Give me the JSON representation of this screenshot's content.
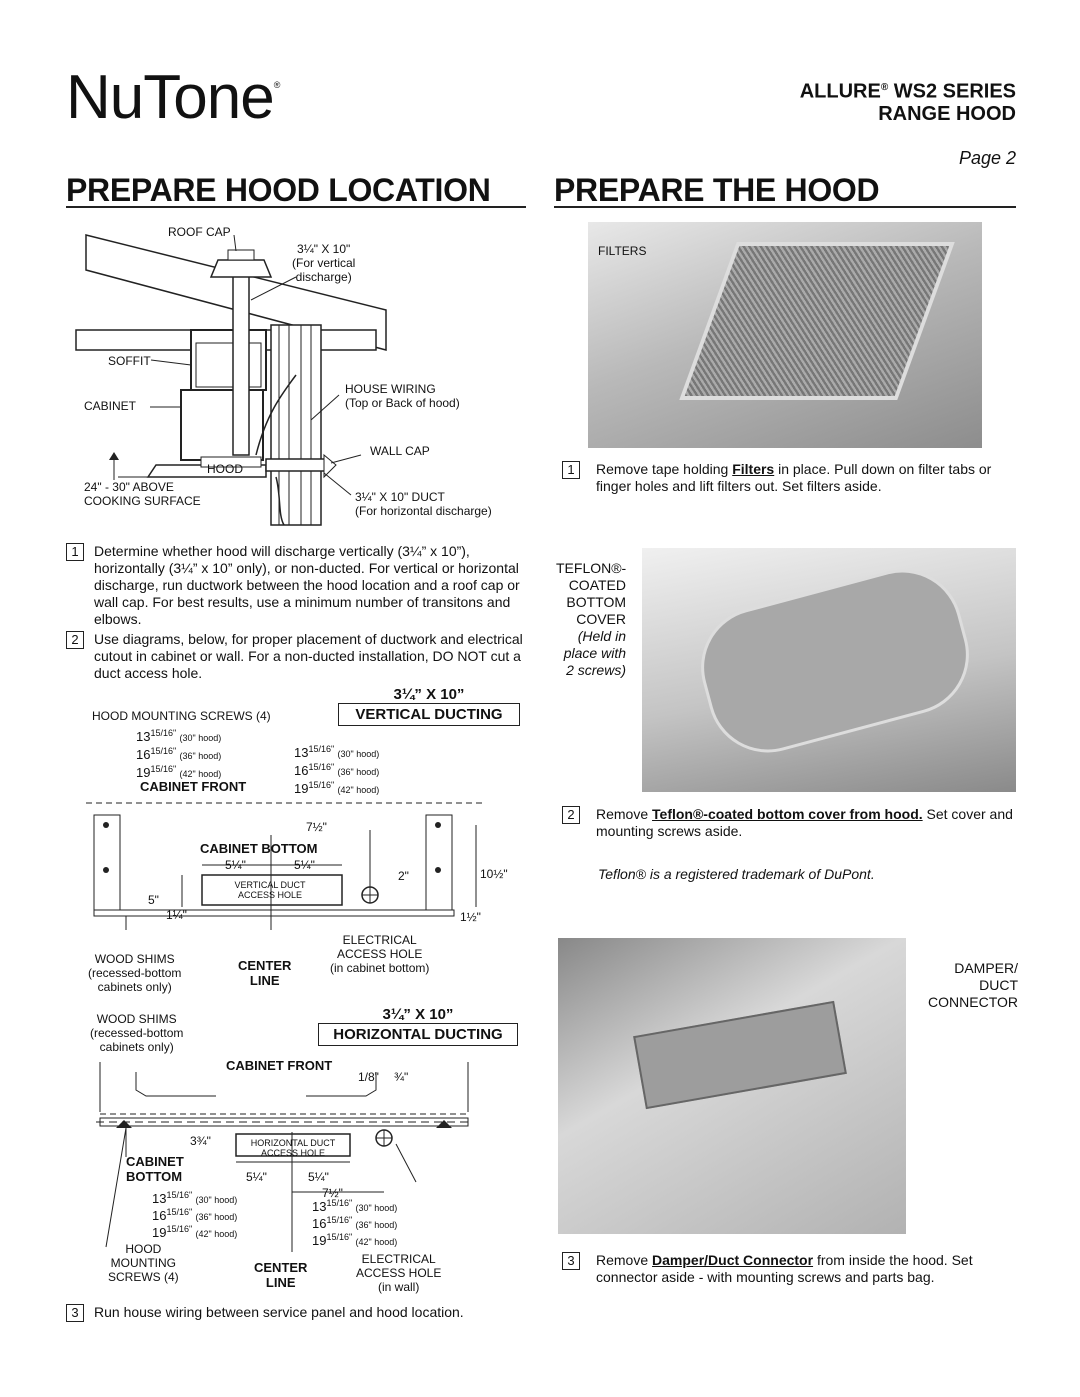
{
  "header": {
    "brand": "NuTone",
    "brand_mark": "®",
    "series_line1": "ALLURE",
    "series_reg": "®",
    "series_line1b": " WS2 SERIES",
    "series_line2": "RANGE HOOD",
    "page": "Page 2"
  },
  "left": {
    "title": "PREPARE HOOD LOCATION",
    "diagram_top": {
      "roof_cap": "ROOF CAP",
      "vertical_size": "3¼\" X 10\"",
      "vertical_note1": "(For vertical",
      "vertical_note2": "discharge)",
      "soffit": "SOFFIT",
      "cabinet": "CABINET",
      "house_wiring": "HOUSE WIRING",
      "house_wiring_note": "(Top or Back of hood)",
      "wall_cap": "WALL CAP",
      "hood": "HOOD",
      "above1": "24\" - 30\" ABOVE",
      "above2": "COOKING SURFACE",
      "duct": "3¼\" X 10\" DUCT",
      "duct_note": "(For horizontal discharge)"
    },
    "steps": [
      {
        "num": "1",
        "text": "Determine whether hood will discharge vertically (3¼” x 10”), horizontally (3¼” x 10” only), or non-ducted. For vertical or horizontal discharge, run ductwork between the hood location and a roof cap or wall cap. For best results, use a minimum number of transitons and elbows."
      },
      {
        "num": "2",
        "text": "Use diagrams, below, for proper placement of ductwork and electrical cutout in cabinet or wall. For a non-ducted installation, DO NOT cut a duct access hole."
      },
      {
        "num": "3",
        "text": "Run house wiring between service panel and hood location."
      }
    ],
    "vertical": {
      "size": "3¼” X 10”",
      "title": "VERTICAL DUCTING",
      "mounting_screws": "HOOD MOUNTING SCREWS (4)",
      "d1": "13",
      "d1f": "15/16\"",
      "d1n": "(30\" hood)",
      "d2": "16",
      "d2f": "15/16\"",
      "d2n": "(36\" hood)",
      "d3": "19",
      "d3f": "15/16\"",
      "d3n": "(42\" hood)",
      "cabinet_front": "CABINET FRONT",
      "e1n": "(30\" hood)",
      "e2n": "(36\" hood)",
      "e3n": "(42\" hood)",
      "seven_half": "7½\"",
      "cabinet_bottom": "CABINET  BOTTOM",
      "five_q1": "5¼\"",
      "five_q2": "5¼\"",
      "two": "2\"",
      "ten_half": "10½\"",
      "five": "5\"",
      "access1": "VERTICAL DUCT",
      "access2": "ACCESS HOLE",
      "one_q": "1¼\"",
      "one_half": "1½\"",
      "wood_shims": "WOOD SHIMS",
      "recessed": "(recessed-bottom",
      "cab_only": "cabinets only)",
      "center": "CENTER",
      "line": "LINE",
      "electrical": "ELECTRICAL",
      "access_hole": "ACCESS HOLE",
      "in_cab": "(in cabinet bottom)"
    },
    "horizontal": {
      "size": "3¼” X 10”",
      "title": "HORIZONTAL DUCTING",
      "wood_shims": "WOOD SHIMS",
      "recessed": "(recessed-bottom",
      "cab_only": "cabinets only)",
      "cabinet_front": "CABINET FRONT",
      "eighth": "1/8\"",
      "three_q": "¾\"",
      "three_three_q": "3¾\"",
      "access1": "HORIZONTAL DUCT",
      "access2": "ACCESS HOLE",
      "cabinet": "CABINET",
      "bottom": "BOTTOM",
      "five_q1": "5¼\"",
      "five_q2": "5¼\"",
      "seven_half": "7½\"",
      "hood": "HOOD",
      "mounting": "MOUNTING",
      "screws": "SCREWS (4)",
      "center": "CENTER",
      "line": "LINE",
      "electrical": "ELECTRICAL",
      "access_hole": "ACCESS HOLE",
      "in_wall": "(in wall)"
    }
  },
  "right": {
    "title": "PREPARE THE HOOD",
    "filters_label": "FILTERS",
    "step1_num": "1",
    "step1_pre": "Remove tape holding ",
    "step1_bold": "Filters",
    "step1_post": " in place. Pull down on filter tabs or finger holes and lift filters out. Set filters aside.",
    "teflon": [
      "TEFLON®-",
      "COATED",
      "BOTTOM",
      "COVER"
    ],
    "teflon_note": [
      "(Held in",
      "place with",
      "2 screws)"
    ],
    "step2_num": "2",
    "step2_pre": "Remove ",
    "step2_bold": "Teflon®-coated bottom cover from hood.",
    "step2_post": " Set cover and mounting screws aside.",
    "trademark": "Teflon® is a registered trademark of DuPont.",
    "damper": [
      "DAMPER/",
      "DUCT",
      "CONNECTOR"
    ],
    "step3_num": "3",
    "step3_pre": "Remove ",
    "step3_bold": "Damper/Duct Connector",
    "step3_post": " from inside the hood. Set connector aside - with mounting screws and parts bag."
  }
}
